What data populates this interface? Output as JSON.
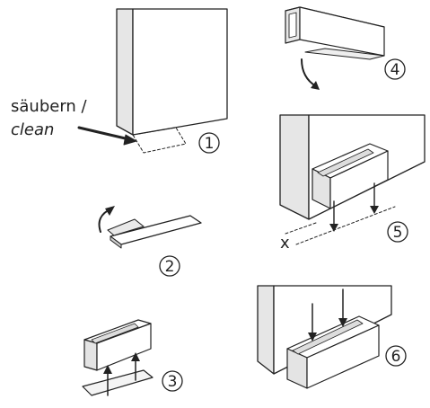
{
  "instruction": {
    "clean_line1": "säubern /",
    "clean_line2": "clean",
    "distance_marker": "x"
  },
  "steps": [
    {
      "number": "1"
    },
    {
      "number": "2"
    },
    {
      "number": "3"
    },
    {
      "number": "4"
    },
    {
      "number": "5"
    },
    {
      "number": "6"
    }
  ],
  "colors": {
    "line": "#222222",
    "panel_shadow": "#dcdcdc",
    "panel_front": "#ffffff"
  }
}
